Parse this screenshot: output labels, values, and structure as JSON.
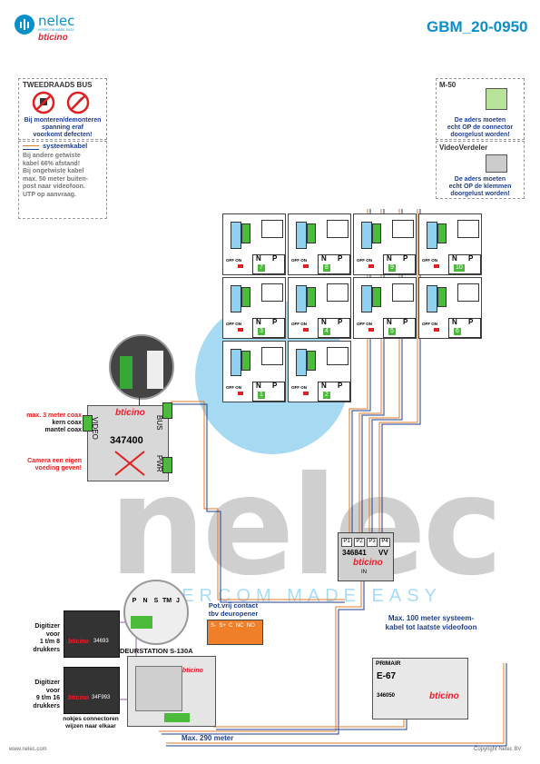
{
  "header": {
    "brand": "nelec",
    "brand_sub": "INTERCOM MADE EASY",
    "partner": "bticino",
    "doc_id": "GBM_20-0950"
  },
  "panels": {
    "bus": {
      "title": "TWEEDRAADS BUS",
      "lines": [
        "Bij monteren/demonteren",
        "spanning eraf",
        "voorkomt defecten!"
      ]
    },
    "cable": {
      "title": "systeemkabel",
      "lines": [
        "Bij andere getwiste",
        "kabel 66% afstand!",
        "Bij ongetwiste kabel",
        "max. 50 meter buiten-",
        "post naar videofoon.",
        "UTP op aanvraag."
      ]
    },
    "m50": {
      "title": "M-50",
      "lines": [
        "De aders moeten",
        "echt OP de connector",
        "doorgelust worden!"
      ]
    },
    "vv": {
      "title": "VideoVerdeler",
      "lines": [
        "De aders moeten",
        "echt OP de klemmen",
        "doorgelust worden!"
      ]
    }
  },
  "units": [
    {
      "n": "7"
    },
    {
      "n": "8"
    },
    {
      "n": "9"
    },
    {
      "n": "10"
    },
    {
      "n": "3"
    },
    {
      "n": "4"
    },
    {
      "n": "5"
    },
    {
      "n": "6"
    },
    {
      "n": "1"
    },
    {
      "n": "2"
    }
  ],
  "unit_labels": {
    "n": "N",
    "p": "P",
    "off_on": "OFF ON"
  },
  "video_module": {
    "model": "347400",
    "brand": "bticino",
    "video": "VIDEO",
    "bus": "BUS",
    "pwr": "PWR",
    "notes_left": {
      "coax_max": "max. 3 meter coax",
      "core": "kern coax",
      "shield": "mantel coax",
      "camera": [
        "Camera een eigen",
        "voeding geven!"
      ]
    }
  },
  "distributor": {
    "model": "346841",
    "suffix": "VV",
    "brand": "bticino",
    "ports": [
      "P1",
      "P2",
      "P3",
      "P4"
    ],
    "in": "IN"
  },
  "door_station": {
    "title": "DEURSTATION S-130A",
    "terminals": [
      "P",
      "N",
      "S",
      "TM",
      "J"
    ],
    "digitizer1": {
      "label": [
        "Digitizer",
        "voor",
        "1 t/m 8",
        "drukkers"
      ],
      "model": "34693"
    },
    "digitizer2": {
      "label": [
        "Digitizer",
        "voor",
        "9 t/m 16",
        "drukkers"
      ],
      "model": "34F993"
    },
    "notch_note": [
      "nokjes connectoren",
      "wijzen naar elkaar"
    ]
  },
  "door_opener": {
    "title": [
      "Pot.vrij contact",
      "tbv deuropener"
    ],
    "terminals": "S-  S+  C  NC  NO"
  },
  "power_supply": {
    "primair": "PRIMAIR",
    "model": "E-67",
    "code": "346050",
    "brand": "bticino"
  },
  "notes": {
    "max100": [
      "Max. 100 meter systeem-",
      "kabel tot laatste videofoon"
    ],
    "max290": "Max. 290 meter"
  },
  "watermark": {
    "big": "nelec",
    "tagline": "INTERCOM MADE EASY"
  },
  "footer": {
    "left": "www.nelec.com",
    "right": "Copyright Nelec BV"
  },
  "colors": {
    "brand_blue": "#0a8fc7",
    "red": "#e02020",
    "navy": "#1d3e8f",
    "green": "#3bb13b",
    "orange": "#f07f2a"
  }
}
